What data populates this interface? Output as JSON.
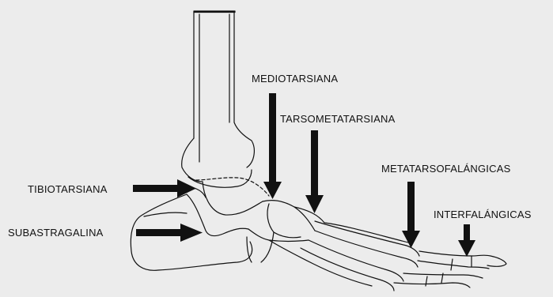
{
  "labels": {
    "mediotarsiana": "MEDIOTARSIANA",
    "tarsometatarsiana": "TARSOMETATARSIANA",
    "metatarsofalangicas": "METATARSOFALÁNGICAS",
    "interfalangicas": "INTERFALÁNGICAS",
    "tibiotarsiana": "TIBIOTARSIANA",
    "subastragalina": "SUBASTRAGALINA"
  },
  "colors": {
    "background": "#ececec",
    "line": "#111111",
    "arrow": "#111111"
  },
  "icons": [
    "arrow-down-icon",
    "arrow-right-icon"
  ]
}
